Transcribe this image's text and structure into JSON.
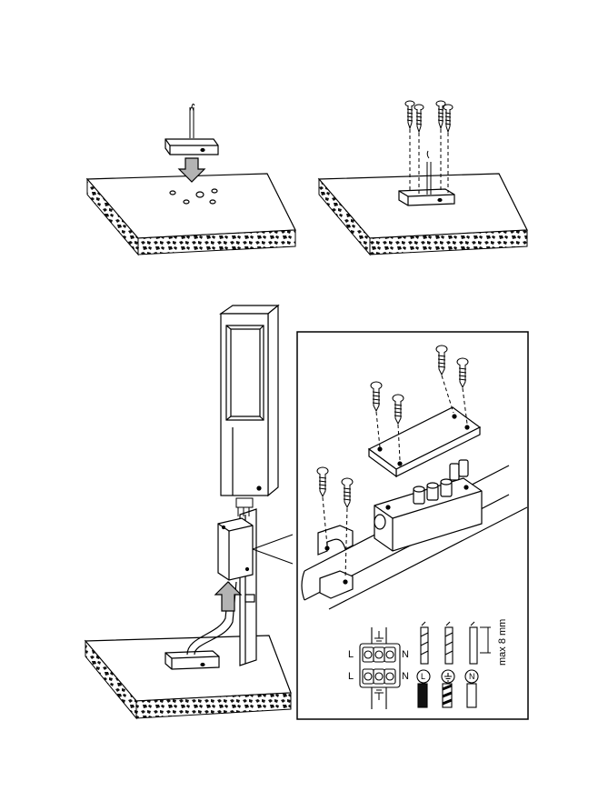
{
  "wiring": {
    "terminal_left_top": "L",
    "terminal_left_bottom": "L",
    "terminal_right_top": "N",
    "terminal_right_bottom": "N",
    "wire_live": "L",
    "wire_neutral": "N",
    "strip_length": "max 8 mm"
  },
  "colors": {
    "line": "#000000",
    "background": "#ffffff",
    "concrete_pattern": "#1a1a1a"
  },
  "icons": [
    "cable-icon",
    "screw-icon",
    "arrow-down-icon",
    "arrow-up-icon",
    "ground-symbol-icon"
  ]
}
